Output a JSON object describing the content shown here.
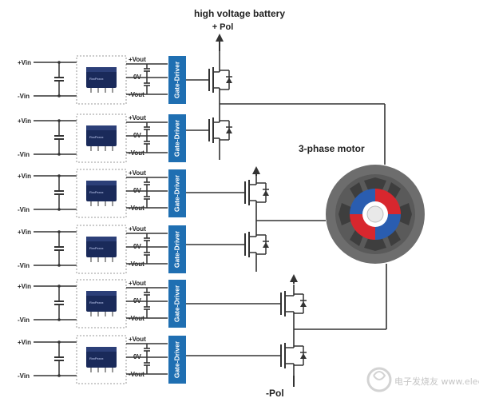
{
  "title_line1": "high voltage battery",
  "title_line2": "+ Pol",
  "motor_label": "3-phase motor",
  "neg_label": "-Pol",
  "converter_labels": {
    "vin_pos": "+Vin",
    "vin_neg": "-Vin",
    "vout_pos": "+Vout",
    "zero": "0V",
    "vout_neg": "-Vout"
  },
  "driver_label": "Gate-Driver",
  "watermark": "电子发烧友 www.elecfans.com",
  "colors": {
    "driver": "#1f6fb2",
    "wire": "#333333",
    "motor_ring": "#6d6d6d",
    "rotor_red": "#d8272e",
    "rotor_blue": "#2a5db0"
  }
}
